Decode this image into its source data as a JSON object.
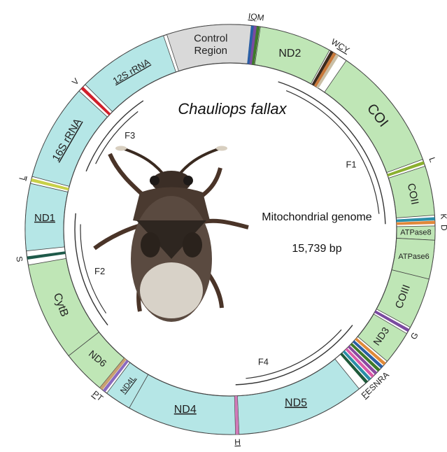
{
  "title": "Chauliops fallax",
  "subtitle": "Mitochondrial genome",
  "length_text": "15,739 bp",
  "colors": {
    "pcg": "#bfe6b6",
    "pcg_minus": "#bfe6b6",
    "rrna": "#b5e6e6",
    "control": "#d9d9d9",
    "ring_stroke": "#444444",
    "fragment_line": "#333333"
  },
  "genes": [
    {
      "label": "Control Region",
      "a0": -18,
      "a1": 6,
      "kind": "control",
      "underline": false,
      "rot": 0,
      "fs": 15,
      "twoLine": true
    },
    {
      "label": "ND2",
      "a0": 8.5,
      "a1": 29,
      "kind": "pcg",
      "underline": false,
      "rot": 0,
      "fs": 16
    },
    {
      "label": "COI",
      "a0": 34.5,
      "a1": 70,
      "kind": "pcg",
      "underline": false,
      "rot": 52,
      "fs": 20
    },
    {
      "label": "COII",
      "a0": 72,
      "a1": 86,
      "kind": "pcg",
      "underline": false,
      "rot": 79,
      "fs": 15
    },
    {
      "label": "ATPase8",
      "a0": 89,
      "a1": 93,
      "kind": "pcg",
      "underline": false,
      "rot": 0,
      "fs": 11
    },
    {
      "label": "ATPase6",
      "a0": 93,
      "a1": 104,
      "kind": "pcg",
      "underline": false,
      "rot": 0,
      "fs": 11
    },
    {
      "label": "COIII",
      "a0": 104,
      "a1": 118.5,
      "kind": "pcg",
      "underline": false,
      "rot": -70,
      "fs": 15
    },
    {
      "label": "ND3",
      "a0": 120.5,
      "a1": 130,
      "kind": "pcg",
      "underline": false,
      "rot": -55,
      "fs": 14
    },
    {
      "label": "ND5",
      "a0": 141,
      "a1": 177.5,
      "kind": "rrna",
      "underline": true,
      "rot": 0,
      "fs": 16
    },
    {
      "label": "ND4",
      "a0": 178.5,
      "a1": 209.5,
      "kind": "rrna",
      "underline": true,
      "rot": 0,
      "fs": 16
    },
    {
      "label": "ND4L",
      "a0": 209.5,
      "a1": 217,
      "kind": "rrna",
      "underline": true,
      "rot": -53,
      "fs": 11
    },
    {
      "label": "ND6",
      "a0": 219.5,
      "a1": 232,
      "kind": "pcg",
      "underline": false,
      "rot": 40,
      "fs": 14
    },
    {
      "label": "CytB",
      "a0": 232,
      "a1": 260,
      "kind": "pcg",
      "underline": false,
      "rot": 70,
      "fs": 16
    },
    {
      "label": "ND1",
      "a0": 264,
      "a1": 283,
      "kind": "rrna",
      "underline": true,
      "rot": 0,
      "fs": 15
    },
    {
      "label": "16S rRNA",
      "a0": 285,
      "a1": 312.5,
      "kind": "rrna",
      "underline": true,
      "rot": -60,
      "fs": 15
    },
    {
      "label": "12S rRNA",
      "a0": 315,
      "a1": 341,
      "kind": "rrna",
      "underline": true,
      "rot": -30,
      "fs": 13
    }
  ],
  "trnas": [
    {
      "a": 6.3,
      "color": "#2b5fa5"
    },
    {
      "a": 7.1,
      "color": "#7a4aa0"
    },
    {
      "a": 7.9,
      "color": "#3f7a2a"
    },
    {
      "a": 29.8,
      "color": "#3b2a1e"
    },
    {
      "a": 30.7,
      "color": "#c8783a"
    },
    {
      "a": 31.6,
      "color": "#c9bfa6"
    },
    {
      "a": 71,
      "color": "#8bb030"
    },
    {
      "a": 87,
      "color": "#2b8fa8"
    },
    {
      "a": 88,
      "color": "#e0883a"
    },
    {
      "a": 119.5,
      "color": "#7a4aa0"
    },
    {
      "a": 131,
      "color": "#e08a3a"
    },
    {
      "a": 132.2,
      "color": "#2b5fa5"
    },
    {
      "a": 133.4,
      "color": "#3f7a2a"
    },
    {
      "a": 134.6,
      "color": "#8a4aa0"
    },
    {
      "a": 135.8,
      "color": "#d85aa8"
    },
    {
      "a": 137,
      "color": "#2b8fa8"
    },
    {
      "a": 138.2,
      "color": "#1f5a3a"
    },
    {
      "a": 178,
      "color": "#d07ab8"
    },
    {
      "a": 218,
      "color": "#8a6ac0"
    },
    {
      "a": 219,
      "color": "#c8a070"
    },
    {
      "a": 262,
      "color": "#1f5a4a"
    },
    {
      "a": 284,
      "color": "#c8d048"
    },
    {
      "a": 313.7,
      "color": "#d01f2a"
    }
  ],
  "trna_labels": [
    {
      "text": "IQM",
      "a": 7,
      "underline": "IQ"
    },
    {
      "text": "WCY",
      "a": 31,
      "underline": "CY"
    },
    {
      "text": "L",
      "a": 71,
      "underline": ""
    },
    {
      "text": "K",
      "a": 86.5,
      "underline": ""
    },
    {
      "text": "D",
      "a": 89.5,
      "underline": ""
    },
    {
      "text": "G",
      "a": 120,
      "underline": ""
    },
    {
      "text": "FESNRA",
      "a": 137,
      "underline": "F"
    },
    {
      "text": "H",
      "a": 178,
      "underline": "H"
    },
    {
      "text": "PT",
      "a": 218.5,
      "underline": "P"
    },
    {
      "text": "S",
      "a": 262,
      "underline": ""
    },
    {
      "text": "L",
      "a": 284,
      "underline": "L"
    },
    {
      "text": "V",
      "a": 313.7,
      "underline": ""
    }
  ],
  "fragments": [
    {
      "label": "F1",
      "a0": 18,
      "a1": 88,
      "la": 62
    },
    {
      "label": "F2",
      "a0": 232,
      "a1": 276,
      "la": 252
    },
    {
      "label": "F3",
      "a0": 292,
      "a1": 326,
      "la": 313
    },
    {
      "label": "F4",
      "a0": 128,
      "a1": 178,
      "la": 166
    }
  ]
}
